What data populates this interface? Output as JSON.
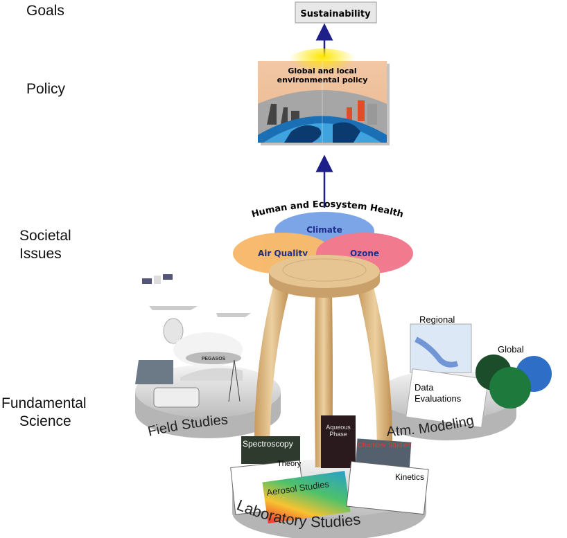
{
  "levels": {
    "goals": "Goals",
    "policy": "Policy",
    "societal_1": "Societal",
    "societal_2": "Issues",
    "fundamental_1": "Fundamental",
    "fundamental_2": "Science"
  },
  "goal_box": "Sustainability",
  "policy_image": {
    "line1": "Global and local",
    "line2": "environmental policy"
  },
  "societal": {
    "title": "Human and Ecosystem Health",
    "circles": [
      "Climate",
      "Air Quality",
      "Ozone"
    ]
  },
  "platforms": {
    "field": "Field Studies",
    "modeling": "Atm. Modeling",
    "lab": "Laboratory Studies"
  },
  "field_items": {
    "airship": "PEGASOS"
  },
  "modeling_items": {
    "regional": "Regional",
    "global": "Global",
    "evaluations_1": "Data",
    "evaluations_2": "Evaluations"
  },
  "lab_items": {
    "spectroscopy": "Spectroscopy",
    "theory": "Theory",
    "aqueous_1": "Aqueous",
    "aqueous_2": "Phase",
    "chamber": "Chamber Studies",
    "aerosol": "Aerosol Studies",
    "kinetics": "Kinetics"
  },
  "colors": {
    "arrow": "#1f1f8a",
    "climate": "#4a7fd6",
    "air_quality": "#f0a040",
    "ozone": "#e8506a",
    "wood": "#d9b27a",
    "platform": "#cfcfcf"
  }
}
